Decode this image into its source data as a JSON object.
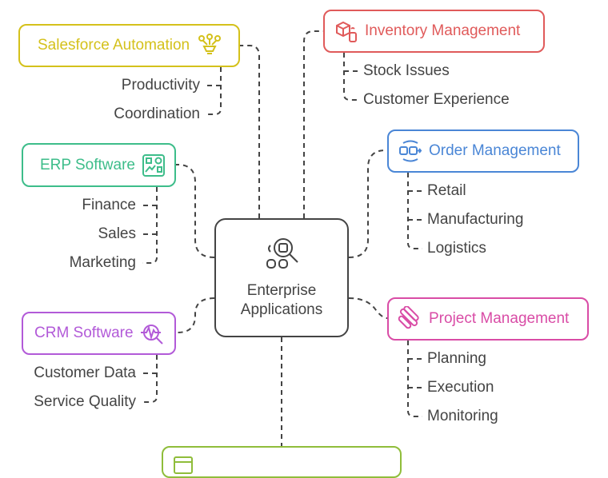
{
  "center": {
    "line1": "Enterprise",
    "line2": "Applications",
    "icon": "search-person-icon"
  },
  "colors": {
    "salesforce": "#d4c11b",
    "inventory": "#e05a5a",
    "erp": "#3dbd8a",
    "order": "#4a86d6",
    "crm": "#b25ad8",
    "project": "#d94ca6",
    "bottom": "#8fbd3a",
    "connector": "#444444"
  },
  "branches": {
    "salesforce": {
      "label": "Salesforce Automation",
      "icon": "workflow-icon",
      "leaves": [
        "Productivity",
        "Coordination"
      ]
    },
    "inventory": {
      "label": "Inventory Management",
      "icon": "boxes-icon",
      "leaves": [
        "Stock Issues",
        "Customer Experience"
      ]
    },
    "erp": {
      "label": "ERP Software",
      "icon": "dashboard-icon",
      "leaves": [
        "Finance",
        "Sales",
        "Marketing"
      ]
    },
    "order": {
      "label": "Order Management",
      "icon": "order-flow-icon",
      "leaves": [
        "Retail",
        "Manufacturing",
        "Logistics"
      ]
    },
    "crm": {
      "label": "CRM Software",
      "icon": "pulse-search-icon",
      "leaves": [
        "Customer Data",
        "Service Quality"
      ]
    },
    "project": {
      "label": "Project Management",
      "icon": "stripes-icon",
      "leaves": [
        "Planning",
        "Execution",
        "Monitoring"
      ]
    },
    "bottom": {
      "icon": "calendar-icon"
    }
  }
}
